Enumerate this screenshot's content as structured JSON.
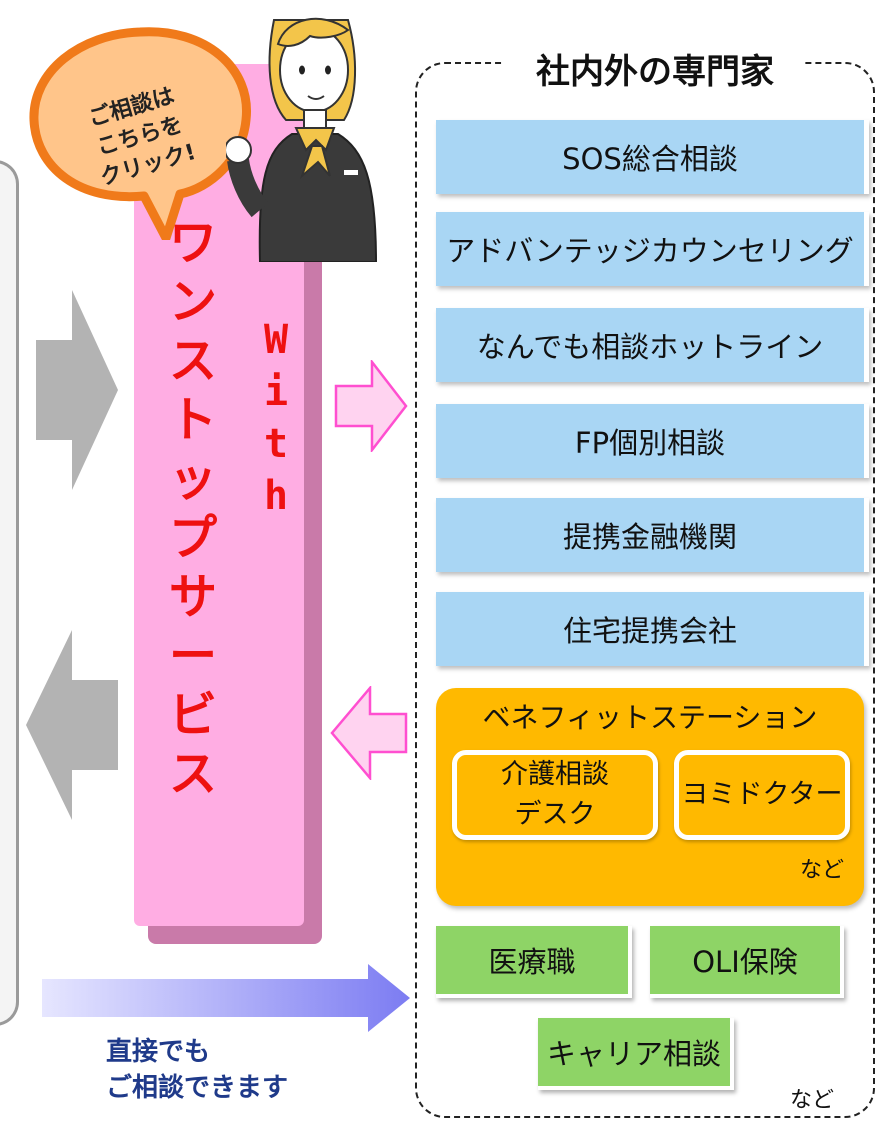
{
  "bubble": {
    "text_line1": "ご相談は",
    "text_line2": "こちらを",
    "text_line3": "クリック!"
  },
  "one_stop": {
    "title": "ワンストップサービス",
    "with": "With"
  },
  "experts": {
    "title": "社内外の専門家",
    "services": [
      "SOS総合相談",
      "アドバンテッジカウンセリング",
      "なんでも相談ホットライン",
      "FP個別相談",
      "提携金融機関",
      "住宅提携会社"
    ],
    "benefit_station": {
      "title": "ベネフィットステーション",
      "items": [
        "介護相談\nデスク",
        "ヨミドクター"
      ],
      "etc": "など"
    },
    "green_items": [
      "医療職",
      "OLI保険",
      "キャリア相談"
    ],
    "etc": "など"
  },
  "direct": {
    "line1": "直接でも",
    "line2": "ご相談できます"
  },
  "colors": {
    "pink": "#ffade3",
    "red_text": "#ee1111",
    "blue_box": "#a9d6f4",
    "orange_box": "#ffb900",
    "green_box": "#8ed466",
    "bubble": "#ffc58a",
    "bubble_border": "#f07a1a"
  }
}
